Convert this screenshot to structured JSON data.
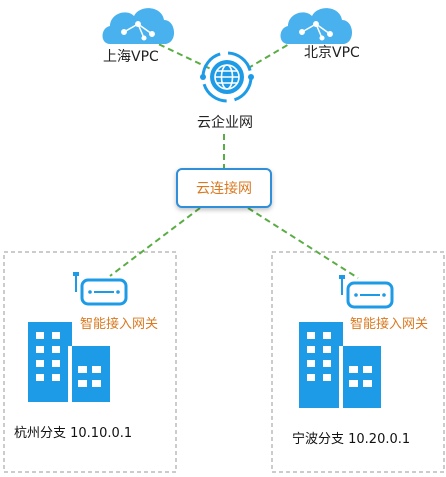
{
  "nodes": {
    "vpc_shanghai": "上海VPC",
    "vpc_beijing": "北京VPC",
    "cen": "云企业网",
    "ccn": "云连接网",
    "gateway_hz": "智能接入网关",
    "gateway_nb": "智能接入网关",
    "branch_hz": "杭州分支 10.10.0.1",
    "branch_nb": "宁波分支 10.20.0.1"
  },
  "icons": [
    "cloud-icon",
    "globe-icon",
    "router-icon",
    "building-icon"
  ],
  "colors": {
    "icon_blue": "#1e9be6",
    "cloud_fill": "#49b1ee",
    "link_green": "#5aac44",
    "label_orange": "#d97a22",
    "box_border": "#2f8fd8",
    "region_border": "#999999"
  }
}
